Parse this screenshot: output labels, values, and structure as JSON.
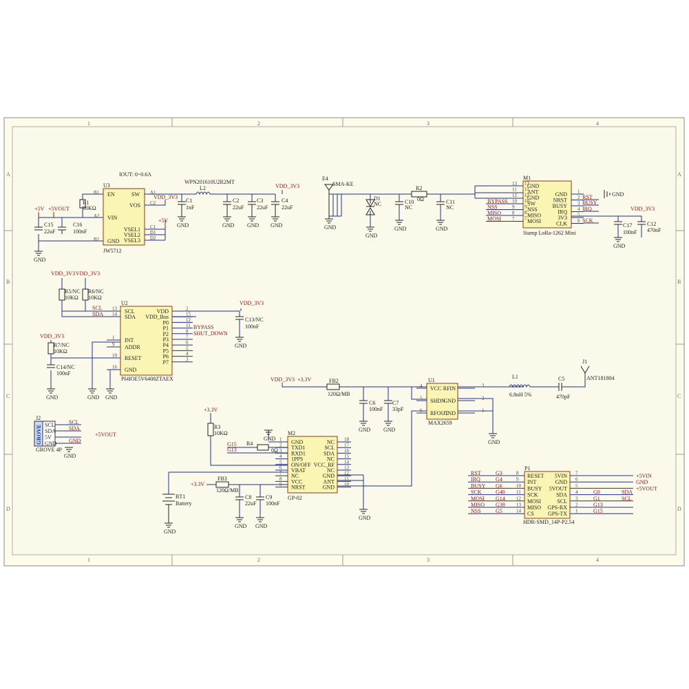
{
  "grid": {
    "cols": [
      "1",
      "2",
      "3",
      "4"
    ],
    "rows": [
      "A",
      "B",
      "C",
      "D"
    ]
  },
  "power": {
    "iout": "IOUT: 0~0.6A",
    "u3": {
      "ref": "U3",
      "part": "JW5712",
      "pins": [
        "EN",
        "VIN",
        "GND",
        "SW",
        "VOS",
        "VSEL1",
        "VSEL2",
        "VSEL3"
      ],
      "pinnums": [
        "B1",
        "A2",
        "B2",
        "A1",
        "C2",
        "C1",
        "D1",
        "D2"
      ]
    },
    "l2": {
      "ref": "L2",
      "part": "WPN201610U2R2MT"
    },
    "vdd": "VDD_3V3",
    "vdd2": "VDD_3V3",
    "p5v": "+5V",
    "p5vout": "+5VOUT",
    "p5v2": "+5V",
    "r1": {
      "ref": "R1",
      "val": "10KΩ"
    },
    "c15": {
      "ref": "C15",
      "val": "22uF"
    },
    "c16": {
      "ref": "C16",
      "val": "100nF"
    },
    "c1": {
      "ref": "C1",
      "val": "1nF"
    },
    "c2": {
      "ref": "C2",
      "val": "22uF"
    },
    "c3": {
      "ref": "C3",
      "val": "22uF"
    },
    "c4": {
      "ref": "C4",
      "val": "22uF"
    },
    "gnd": "GND"
  },
  "lora": {
    "e4": "E4",
    "sma": "SMA-KE",
    "d1": {
      "ref": "D1",
      "val": "NC"
    },
    "r2": {
      "ref": "R2",
      "val": "0Ω"
    },
    "c10": {
      "ref": "C10",
      "val": "NC"
    },
    "c11": {
      "ref": "C11",
      "val": "NC"
    },
    "m1": {
      "ref": "M1",
      "part": "Stamp LoRa-1262 Mini",
      "left": [
        [
          "13",
          "GND"
        ],
        [
          "11",
          "ANT"
        ],
        [
          "12",
          "GND"
        ],
        [
          "10",
          "SW"
        ],
        [
          "9",
          "NSS"
        ],
        [
          "8",
          "MISO"
        ],
        [
          "7",
          "MOSI"
        ]
      ],
      "right": [
        [
          "1",
          "GND"
        ],
        [
          "2",
          "NRST"
        ],
        [
          "3",
          "BUSY"
        ],
        [
          "4",
          "IRQ"
        ],
        [
          "5",
          "3V3"
        ],
        [
          "6",
          "CLK"
        ]
      ],
      "lnets": [
        "BYPASS",
        "NSS",
        "MISO",
        "MOSI"
      ],
      "rnets": [
        "RST",
        "BUSY",
        "IRQ",
        "SCK"
      ]
    },
    "vdd": "VDD_3V3",
    "c17": {
      "ref": "C17",
      "val": "100nF"
    },
    "c12": {
      "ref": "C12",
      "val": "470nF"
    },
    "gnd": "GND"
  },
  "io": {
    "vdd1": "VDD_3V3",
    "vdd2": "VDD_3V3",
    "vdd3": "VDD_3V3",
    "vdd4": "VDD_3V3",
    "r5": {
      "ref": "R5/NC",
      "val": "10KΩ"
    },
    "r6": {
      "ref": "R6/NC",
      "val": "10KΩ"
    },
    "r7": {
      "ref": "R7/NC",
      "val": "10KΩ"
    },
    "c14": {
      "ref": "C14/NC",
      "val": "100nF"
    },
    "c13": {
      "ref": "C13/NC",
      "val": "100nF"
    },
    "u2": {
      "ref": "U2",
      "part": "PI4IOE5V6408ZTAEX",
      "left": [
        [
          "13",
          "SCL"
        ],
        [
          "14",
          "SDA"
        ],
        [
          "1",
          "INT"
        ],
        [
          "9",
          "ADDR"
        ],
        [
          "10",
          "RESET"
        ],
        [
          "16",
          "GND"
        ]
      ],
      "right": [
        [
          "2",
          "VDD"
        ],
        [
          "15",
          "VDD_Bus"
        ],
        [
          "12",
          "P0"
        ],
        [
          "11",
          "P1"
        ],
        [
          "8",
          "P2"
        ],
        [
          "7",
          "P3"
        ],
        [
          "6",
          "P4"
        ],
        [
          "5",
          "P5"
        ],
        [
          "4",
          "P6"
        ],
        [
          "3",
          "P7"
        ]
      ]
    },
    "nets": {
      "scl": "SCL",
      "sda": "SDA",
      "bypass": "BYPASS",
      "shut": "SHUT_DOWN"
    },
    "gnd": "GND"
  },
  "grove": {
    "ref": "J2",
    "label": "GROVE",
    "part": "GROVE 4P",
    "pins": [
      "SCL",
      "SDA",
      "5V",
      "GND"
    ],
    "nets": [
      "SCL",
      "SDA",
      "+5VOUT",
      "GND"
    ]
  },
  "gnss": {
    "r3": {
      "ref": "R3",
      "val": "10KΩ"
    },
    "p33": "+3.3V",
    "p33b": "+3.3V",
    "r4": {
      "ref": "R4",
      "val": "0Ω"
    },
    "nets": [
      "G15",
      "G13"
    ],
    "m2": {
      "ref": "M2",
      "part": "GP-02",
      "left": [
        [
          "1",
          "GND"
        ],
        [
          "2",
          "TXD1"
        ],
        [
          "3",
          "RXD1"
        ],
        [
          "4",
          "1PPS"
        ],
        [
          "5",
          "ON/OFF"
        ],
        [
          "6",
          "VBAT"
        ],
        [
          "7",
          "NC"
        ],
        [
          "8",
          "VCC"
        ],
        [
          "9",
          "NRST"
        ]
      ],
      "right": [
        [
          "18",
          "NC"
        ],
        [
          "17",
          "SCL"
        ],
        [
          "16",
          "SDA"
        ],
        [
          "15",
          "NC"
        ],
        [
          "14",
          "VCC_RF"
        ],
        [
          "13",
          "NC"
        ],
        [
          "12",
          "GND"
        ],
        [
          "11",
          "ANT"
        ],
        [
          "10",
          "GND"
        ]
      ]
    },
    "bt1": {
      "ref": "BT1",
      "val": "Battery"
    },
    "fb3": {
      "ref": "FB3",
      "val": "120Ω/MB"
    },
    "c8": {
      "ref": "C8",
      "val": "22uF"
    },
    "c9": {
      "ref": "C9",
      "val": "100nF"
    },
    "gnd": "GND"
  },
  "lna": {
    "vdd": "VDD_3V3",
    "p33": "+3.3V",
    "fb2": {
      "ref": "FB2",
      "val": "120Ω/MB"
    },
    "c6": {
      "ref": "C6",
      "val": "100nF"
    },
    "c7": {
      "ref": "C7",
      "val": "33pF"
    },
    "u1": {
      "ref": "U1",
      "part": "MAX2659",
      "left": [
        [
          "4",
          "VCC"
        ],
        [
          "5",
          "SHDN"
        ],
        [
          "6",
          "RFOUT"
        ]
      ],
      "right": [
        [
          "3",
          "RFIN"
        ],
        [
          "2",
          "GND"
        ],
        [
          "1",
          "GND"
        ]
      ]
    },
    "l1": {
      "ref": "L1",
      "val": "6.8nH 5%"
    },
    "c5": {
      "ref": "C5",
      "val": "470pF"
    },
    "j1": {
      "ref": "J1",
      "part": "ANT181804"
    },
    "gnd": "GND"
  },
  "header": {
    "ref": "P1",
    "part": "HDR-SMD_14P-P2.54",
    "left": [
      [
        "8",
        "RESET"
      ],
      [
        "9",
        "INT"
      ],
      [
        "10",
        "BUSY"
      ],
      [
        "11",
        "SCK"
      ],
      [
        "12",
        "MOSI"
      ],
      [
        "13",
        "MISO"
      ],
      [
        "14",
        "CS"
      ]
    ],
    "right": [
      [
        "7",
        "5VIN"
      ],
      [
        "6",
        "GND"
      ],
      [
        "5",
        "5VOUT"
      ],
      [
        "4",
        "SDA"
      ],
      [
        "3",
        "SCL"
      ],
      [
        "2",
        "GPS-RX"
      ],
      [
        "1",
        "GPS-TX"
      ]
    ],
    "lnets": [
      [
        "RST",
        "G3"
      ],
      [
        "IRQ",
        "G4"
      ],
      [
        "BUSY",
        "G6"
      ],
      [
        "SCK",
        "G40"
      ],
      [
        "MOSI",
        "G14"
      ],
      [
        "MISO",
        "G39"
      ],
      [
        "NSS",
        "G5"
      ]
    ],
    "rnets": [
      "+5VIN",
      "GND",
      "+5VOUT",
      [
        "G0",
        "SDA"
      ],
      [
        "G1",
        "SCL"
      ],
      [
        "G13",
        ""
      ],
      [
        "G15",
        ""
      ]
    ]
  }
}
